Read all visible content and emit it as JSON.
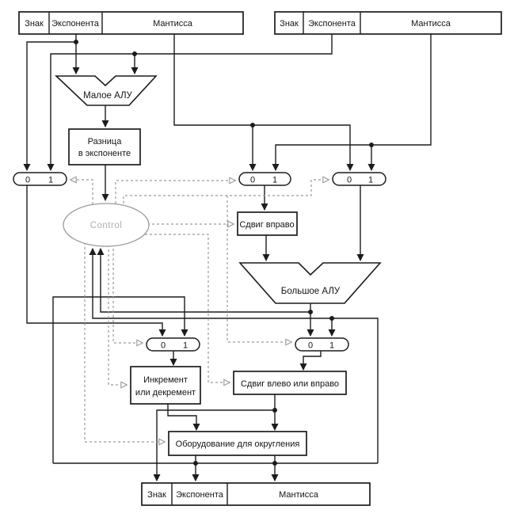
{
  "registers": {
    "top_left": {
      "sign": "Знак",
      "exponent": "Экспонента",
      "mantissa": "Мантисса"
    },
    "top_right": {
      "sign": "Знак",
      "exponent": "Экспонента",
      "mantissa": "Мантисса"
    },
    "bottom": {
      "sign": "Знак",
      "exponent": "Экспонента",
      "mantissa": "Мантисса"
    }
  },
  "blocks": {
    "small_alu": "Малое АЛУ",
    "big_alu": "Большое АЛУ",
    "exp_diff": {
      "line1": "Разница",
      "line2": "в экспоненте"
    },
    "control": "Control",
    "shift_right": "Сдвиг вправо",
    "inc_dec": {
      "line1": "Инкремент",
      "line2": "или декремент"
    },
    "shift_left_right": "Сдвиг влево или вправо",
    "rounding": "Оборудование для округления"
  },
  "mux_labels": {
    "zero": "0",
    "one": "1"
  },
  "colors": {
    "line": "#1c1c1c",
    "control_gray": "#9a9a9a",
    "control_text": "#b0b0b0",
    "background": "#ffffff"
  }
}
